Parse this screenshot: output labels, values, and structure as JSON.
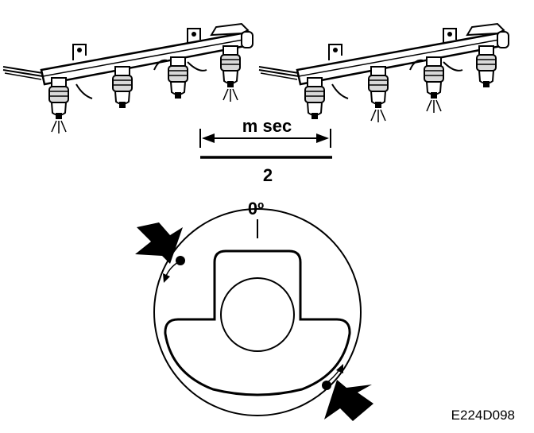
{
  "diagram": {
    "pulse_unit_label": "m sec",
    "pulse_value_label": "2",
    "crank_angle_label": "0º",
    "figure_code": "E224D098"
  },
  "colors": {
    "ink": "#000000",
    "paper": "#ffffff",
    "shade": "#d9d9d9"
  },
  "icons": {
    "left_rail": "fuel-injector-rail-icon",
    "right_rail": "fuel-injector-rail-icon",
    "arrow_top": "pointer-arrow-icon",
    "arrow_bottom": "pointer-arrow-icon"
  }
}
